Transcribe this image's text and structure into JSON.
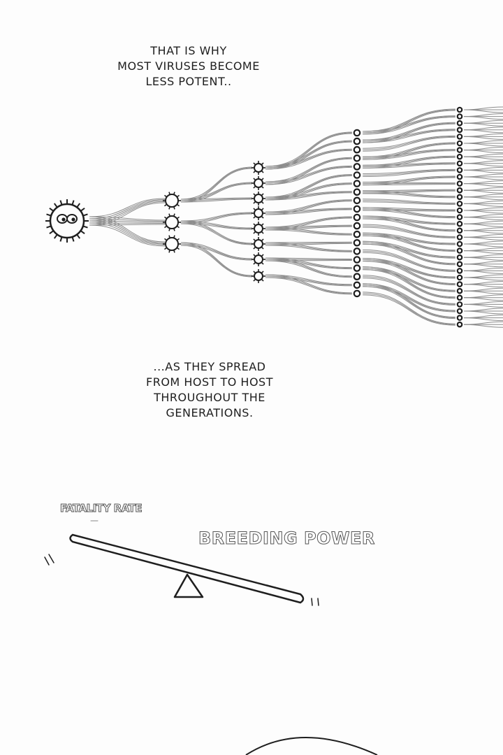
{
  "panel_top": {
    "caption_lines": [
      "THAT IS WHY",
      "MOST VIRUSES BECOME",
      "LESS POTENT.."
    ]
  },
  "panel_middle": {
    "caption_lines": [
      "...AS THEY SPREAD",
      "FROM HOST TO HOST",
      "THROUGHOUT THE",
      "GENERATIONS."
    ]
  },
  "seesaw": {
    "left_label": "FATALITY RATE",
    "right_label": "BREEDING POWER"
  },
  "colors": {
    "ink": "#1e1e1e",
    "pencil": "#8c8c8c",
    "paper": "#fdfdfd"
  }
}
